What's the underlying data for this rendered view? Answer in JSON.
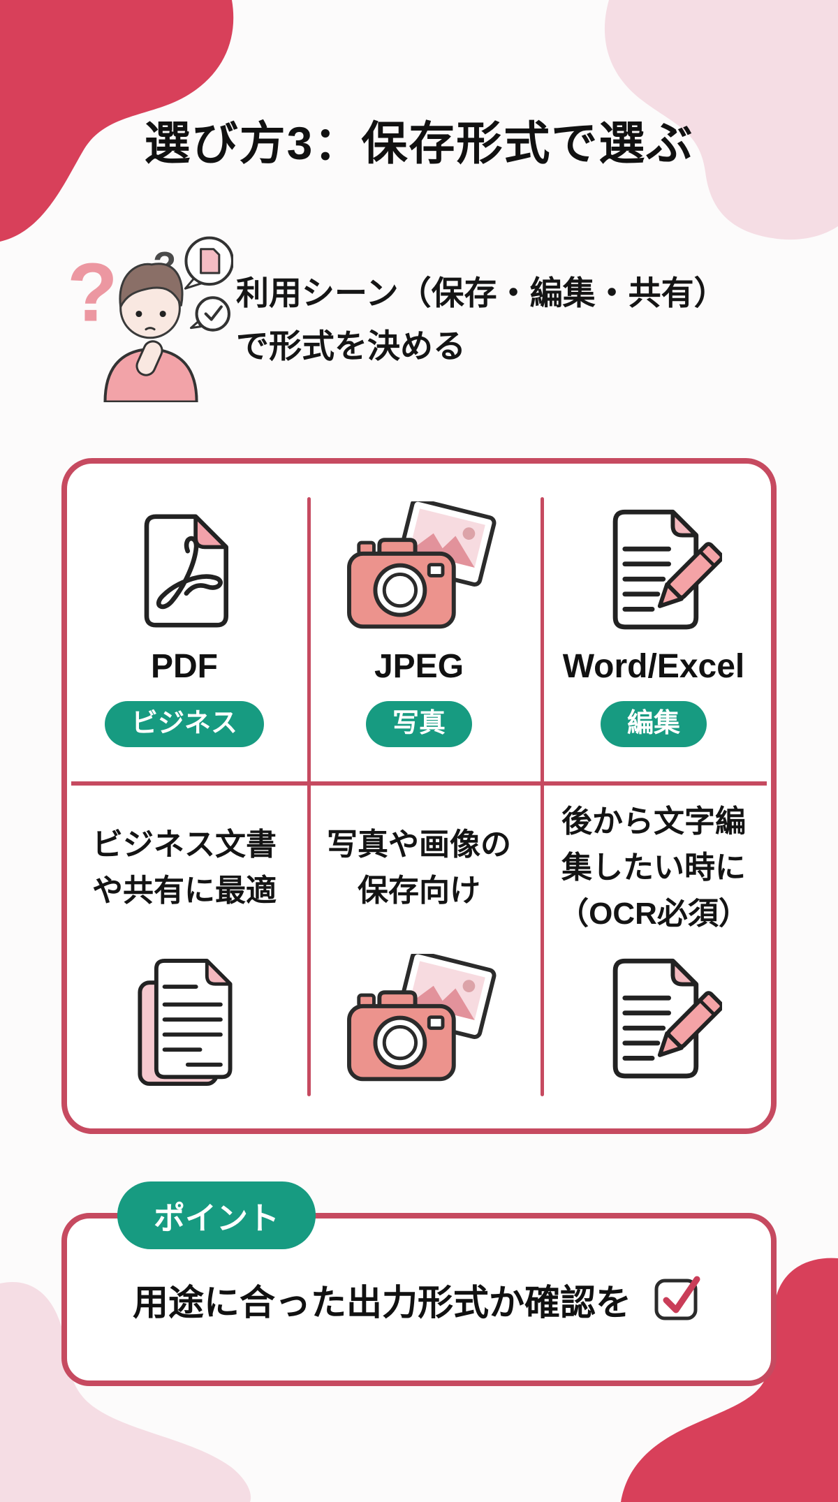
{
  "title": "選び方3：保存形式で選ぶ",
  "intro": {
    "text": "利用シーン（保存・編集・共有）\nで形式を決める",
    "illustration": "thinking-person",
    "question_large": "?",
    "question_small": "?"
  },
  "format_table": {
    "formats": [
      {
        "name": "PDF",
        "badge": "ビジネス",
        "description": "ビジネス文書\nや共有に最適",
        "top_icon": "pdf-file-icon",
        "bottom_icon": "documents-stack-icon"
      },
      {
        "name": "JPEG",
        "badge": "写真",
        "description": "写真や画像の\n保存向け",
        "top_icon": "camera-photo-icon",
        "bottom_icon": "camera-photo-icon"
      },
      {
        "name": "Word/Excel",
        "badge": "編集",
        "description": "後から文字編\n集したい時に\n（OCR必須）",
        "top_icon": "document-pencil-icon",
        "bottom_icon": "document-pencil-icon"
      }
    ]
  },
  "point": {
    "badge": "ポイント",
    "text": "用途に合った出力形式か確認を",
    "icon": "checkbox-check-icon"
  },
  "colors": {
    "accent_red": "#D8405A",
    "border_red": "#C64A60",
    "badge_teal": "#179B81",
    "blob_pink": "#F5DDE4",
    "icon_pink": "#EC938D",
    "text": "#1B1B1B",
    "background": "#FCFBFB"
  }
}
